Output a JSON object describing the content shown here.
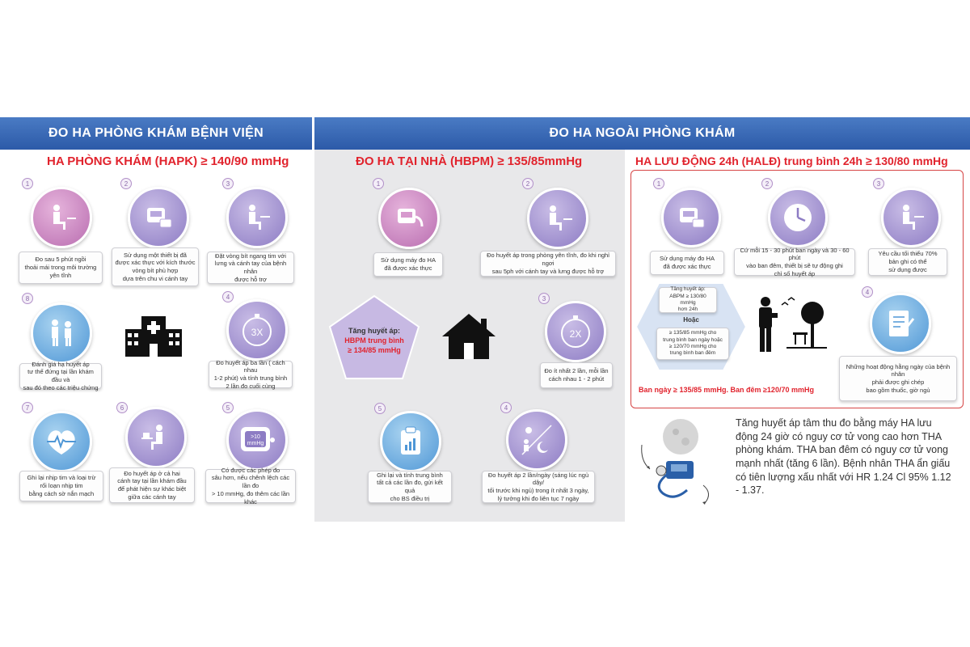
{
  "left": {
    "header": "ĐO HA PHÒNG KHÁM BỆNH VIỆN",
    "subtitle": "HA PHÒNG KHÁM (HAPK) ≥ 140/90 mmHg",
    "steps": [
      {
        "num": "1",
        "text": "Đo sau 5 phút ngồi\nthoải mái trong môi trường\nyên tĩnh"
      },
      {
        "num": "2",
        "text": "Sử dụng một thiết bị đã\nđược xác thực với kích thước\nvòng bít phù hợp\ndựa trên chu vi cánh tay"
      },
      {
        "num": "3",
        "text": "Đặt vòng bít ngang tim với\nlưng và cánh tay của bệnh nhân\nđược hỗ trợ"
      },
      {
        "num": "8",
        "text": "Đánh giá hạ huyết áp\ntư thế đứng tại lần khám đầu và\nsau đó theo các triệu chứng"
      },
      {
        "num": "4",
        "text": "Đo huyết áp ba lần ( cách nhau\n1-2 phút) và tính trung bình\n2 lần đo cuối cùng",
        "icon_label": "3X"
      },
      {
        "num": "7",
        "text": "Ghi lại nhịp tim và loại trừ\nrối loạn nhịp tim\nbằng cách sờ nắn mạch"
      },
      {
        "num": "6",
        "text": "Đo huyết áp ở cả hai\ncánh tay tại lần khám đầu\nđể phát hiện sự khác biệt\ngiữa các cánh tay"
      },
      {
        "num": "5",
        "text": "Có được các phép đo\nsâu hơn, nếu chênh lệch các lần đo\n> 10 mmHg, đo thêm các lần khác",
        "icon_label": ">10\nmmHg"
      }
    ]
  },
  "header_right": "ĐO HA NGOÀI PHÒNG KHÁM",
  "mid": {
    "subtitle": "ĐO HA TẠI NHÀ (HBPM) ≥ 135/85mmHg",
    "pentagon_title": "Tăng huyết áp:",
    "pentagon_value": "HBPM trung bình\n≥ 134/85 mmHg",
    "steps": [
      {
        "num": "1",
        "text": "Sử dụng máy đo HA\nđã được xác thực"
      },
      {
        "num": "2",
        "text": "Đo huyết áp trong phòng yên tĩnh, đo khi nghỉ ngơi\nsau 5ph với cánh tay và lưng được hỗ trợ"
      },
      {
        "num": "3",
        "text": "Đo ít nhất 2 lần, mỗi lần\ncách nhau 1 - 2 phút",
        "icon_label": "2X"
      },
      {
        "num": "5",
        "text": "Ghi lại và tính trung bình\ntất cả các lần đo, gửi kết quả\ncho BS điều trị"
      },
      {
        "num": "4",
        "text": "Đo huyết áp 2 lần/ngày (sáng lúc ngủ dậy/\ntối trước khi ngủ) trong ít nhất 3 ngày,\nlý tưởng khi đo liên tục 7 ngày"
      }
    ]
  },
  "right": {
    "subtitle": "HA LƯU ĐỘNG 24h (HALĐ) trung bình 24h  ≥ 130/80 mmHg",
    "steps": [
      {
        "num": "1",
        "text": "Sử dụng máy đo HA\nđã được xác thực"
      },
      {
        "num": "2",
        "text": "Cứ mỗi 15 - 30 phút ban ngày và 30 - 60 phút\nvào ban đêm, thiết bị sẽ tự động ghi\nchỉ số huyết áp"
      },
      {
        "num": "3",
        "text": "Yêu cầu tối thiểu 70%\nbản ghi có thể\nsử dụng được"
      },
      {
        "num": "4",
        "text": "Những hoạt động hằng ngày của bệnh nhân\nphải được ghi chép\nbao gồm thuốc, giờ ngủ"
      }
    ],
    "hex_top": "Tăng huyết áp:\nABPM ≥ 130/80 mmHg\nhơn 24h",
    "hex_or": "Hoặc",
    "hex_bottom": "≥ 135/85 mmHg cho\ntrung bình ban ngày hoặc\n≥ 120/70 mmHg cho\ntrung bình ban đêm",
    "day_night": "Ban ngày ≥ 135/85 mmHg. Ban đêm ≥120/70 mmHg",
    "paragraph": "Tăng huyết áp tâm thu đo bằng máy HA lưu động 24 giờ có nguy cơ tử vong cao hơn THA phòng khám. THA ban đêm có nguy cơ tử vong mạnh nhất (tăng 6 lần). Bệnh nhân THA ẩn giấu có tiên lượng xấu nhất với HR 1.24 Cl 95% 1.12 - 1.37."
  }
}
